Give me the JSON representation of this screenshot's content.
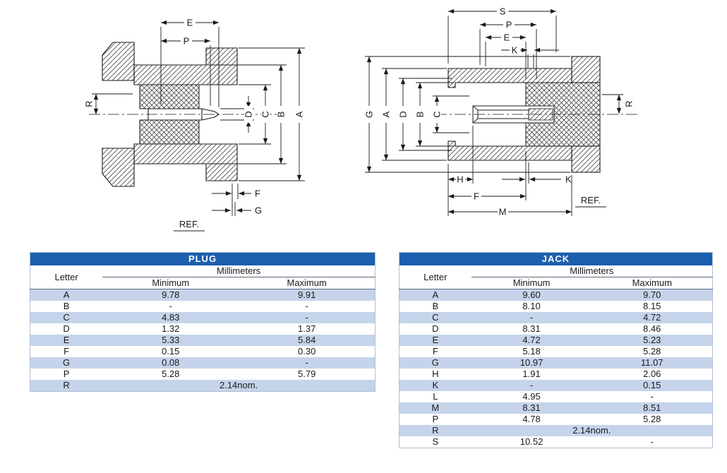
{
  "plug_drawing": {
    "labels": {
      "E": "E",
      "P": "P",
      "R": "R",
      "D": "D",
      "C": "C",
      "B": "B",
      "A": "A",
      "F": "F",
      "G": "G",
      "REF": "REF."
    }
  },
  "jack_drawing": {
    "labels": {
      "S": "S",
      "P": "P",
      "E": "E",
      "K_top": "K",
      "G": "G",
      "A": "A",
      "D": "D",
      "B": "B",
      "C": "C",
      "R": "R",
      "H": "H",
      "K_bottom": "K",
      "F": "F",
      "M": "M",
      "REF": "REF."
    }
  },
  "plug_table": {
    "title": "PLUG",
    "columns": {
      "letter": "Letter",
      "unit": "Millimeters",
      "min": "Minimum",
      "max": "Maximum"
    },
    "rows": [
      {
        "letter": "A",
        "min": "9.78",
        "max": "9.91"
      },
      {
        "letter": "B",
        "min": "-",
        "max": "-"
      },
      {
        "letter": "C",
        "min": "4.83",
        "max": "-"
      },
      {
        "letter": "D",
        "min": "1.32",
        "max": "1.37"
      },
      {
        "letter": "E",
        "min": "5.33",
        "max": "5.84"
      },
      {
        "letter": "F",
        "min": "0.15",
        "max": "0.30"
      },
      {
        "letter": "G",
        "min": "0.08",
        "max": "-"
      },
      {
        "letter": "P",
        "min": "5.28",
        "max": "5.79"
      },
      {
        "letter": "R",
        "span": "2.14nom."
      }
    ]
  },
  "jack_table": {
    "title": "JACK",
    "columns": {
      "letter": "Letter",
      "unit": "Millimeters",
      "min": "Minimum",
      "max": "Maximum"
    },
    "rows": [
      {
        "letter": "A",
        "min": "9.60",
        "max": "9.70"
      },
      {
        "letter": "B",
        "min": "8.10",
        "max": "8.15"
      },
      {
        "letter": "C",
        "min": "-",
        "max": "4.72"
      },
      {
        "letter": "D",
        "min": "8.31",
        "max": "8.46"
      },
      {
        "letter": "E",
        "min": "4.72",
        "max": "5.23"
      },
      {
        "letter": "F",
        "min": "5.18",
        "max": "5.28"
      },
      {
        "letter": "G",
        "min": "10.97",
        "max": "11.07"
      },
      {
        "letter": "H",
        "min": "1.91",
        "max": "2.06"
      },
      {
        "letter": "K",
        "min": "-",
        "max": "0.15"
      },
      {
        "letter": "L",
        "min": "4.95",
        "max": "-"
      },
      {
        "letter": "M",
        "min": "8.31",
        "max": "8.51"
      },
      {
        "letter": "P",
        "min": "4.78",
        "max": "5.28"
      },
      {
        "letter": "R",
        "span": "2.14nom."
      },
      {
        "letter": "S",
        "min": "10.52",
        "max": "-"
      }
    ]
  }
}
